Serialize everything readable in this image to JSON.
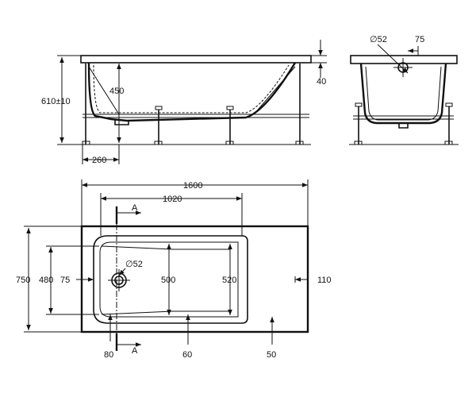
{
  "side_view": {
    "dim_height_total": "610±10",
    "dim_inner_depth": "450",
    "dim_rim": "40",
    "dim_leg_offset": "260"
  },
  "end_view": {
    "dim_drain_dia": "∅52",
    "dim_drain_offset": "75"
  },
  "plan_view": {
    "dim_length_total": "1600",
    "dim_length_inner": "1020",
    "dim_width_total": "750",
    "dim_width_inner": "480",
    "dim_drain_edge": "75",
    "dim_drain_dia": "∅52",
    "dim_basin_width": "500",
    "dim_basin_width_right": "520",
    "dim_rim_right": "110",
    "dim_rim_bottom_left": "80",
    "dim_rim_bottom_mid": "60",
    "dim_rim_bottom_right": "50",
    "section_label_top": "A",
    "section_label_bottom": "A"
  }
}
